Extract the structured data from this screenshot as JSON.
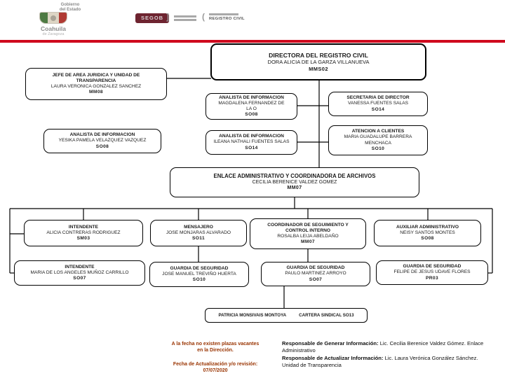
{
  "header": {
    "gobierno_line1": "Gobierno",
    "gobierno_line2": "del Estado",
    "coahuila": "Coahuila",
    "zaragoza": "de Zaragoza",
    "segob_badge": "SEGOB",
    "sep_left": "]",
    "sep_right": "(",
    "registro_civil_badge": "REGISTRO CIVIL"
  },
  "colors": {
    "accent-red": "#cf0a1e",
    "note": "#993300",
    "segob-maroon": "#6e2430"
  },
  "boxes": {
    "directora": {
      "title": "DIRECTORA DEL REGISTRO CIVIL",
      "name": "DORA ALICIA DE LA GARZA VILLANUEVA",
      "code": "MMS02"
    },
    "jefe_juridica": {
      "title": "JEFE DE AREA JURIDICA Y UNIDAD DE TRANSPARENCIA",
      "name": "LAURA VERONICA GONZALEZ SANCHEZ",
      "code": "MM08"
    },
    "analista_magdalena": {
      "title": "ANALISTA DE INFORMACION",
      "name": "MAGDALENA FERNANDEZ DE LA O",
      "code": "SO08"
    },
    "secretaria_director": {
      "title": "SECRETARIA DE DIRECTOR",
      "name": "VANESSA FUENTES SALAS",
      "code": "SO14"
    },
    "analista_yesika": {
      "title": "ANALISTA DE INFORMACION",
      "name": "YESIKA PAMELA VELAZQUEZ VAZQUEZ",
      "code": "SO08"
    },
    "analista_ileana": {
      "title": "ANALISTA DE INFORMACION",
      "name": "ILEANA NATHALI FUENTES SALAS",
      "code": "SO14"
    },
    "atencion_clientes": {
      "title": "ATENCION A CLIENTES",
      "name": "MARIA GUADALUPE BARRERA MENCHACA",
      "code": "SO10"
    },
    "enlace": {
      "title": "ENLACE ADMINISTRATIVO Y COORDINADORA DE ARCHIVOS",
      "name": "CECILIA BERENICE VALDEZ GOMEZ",
      "code": "MM07"
    },
    "intendente_alicia": {
      "title": "INTENDENTE",
      "name": "ALICIA CONTRERAS RODRIGUEZ",
      "code": "SM03"
    },
    "mensajero": {
      "title": "MENSAJERO",
      "name": "JOSE MONJARAS ALVARADO",
      "code": "SO11"
    },
    "coordinador": {
      "title": "COORDINADOR DE SEGUIMIENTO Y CONTROL INTERNO",
      "name": "ROSALBA LEIJA ABELDAÑO",
      "code": "MM07"
    },
    "auxiliar": {
      "title": "AUXILIAR ADMINISTRATIVO",
      "name": "NEISY SANTOS MONTES",
      "code": "SO08"
    },
    "intendente_maria": {
      "title": "INTENDENTE",
      "name": "MARIA DE LOS ANGELES MUÑOZ CARRILLO",
      "code": "SO07"
    },
    "guardia_jose": {
      "title": "GUARDIA DE SEGURIDAD",
      "name": "JOSE MANUEL TREVIÑO HUERTA",
      "code": "SO10"
    },
    "guardia_paulo": {
      "title": "GUARDIA DE SEGURIDAD",
      "name": "PAULO MARTINEZ ARROYO",
      "code": "SO07"
    },
    "guardia_felipe": {
      "title": "GUARDIA DE SEGURIDAD",
      "name": "FELIPE DE JESUS UDAVE FLORES",
      "code": "PR03"
    }
  },
  "sindical": {
    "name": "PATRICIA MONSIVAIS MONTOYA",
    "label": "CARTERA SINDICAL SO13"
  },
  "footer": {
    "vacantes_line1": "A la fecha no existen plazas vacantes",
    "vacantes_line2": "en la Dirección.",
    "fecha_label": "Fecha de Actualización y/o revisión:",
    "fecha_value": "07/07/2020",
    "generar_label": "Responsable de Generar Información:",
    "generar_value": " Lic. Cecilia Berenice Valdez Gómez. Enlace Administrativo",
    "actualizar_label": "Responsable de Actualizar Información:",
    "actualizar_value": " Lic. Laura Verónica González Sánchez. Unidad de Transparencia"
  }
}
